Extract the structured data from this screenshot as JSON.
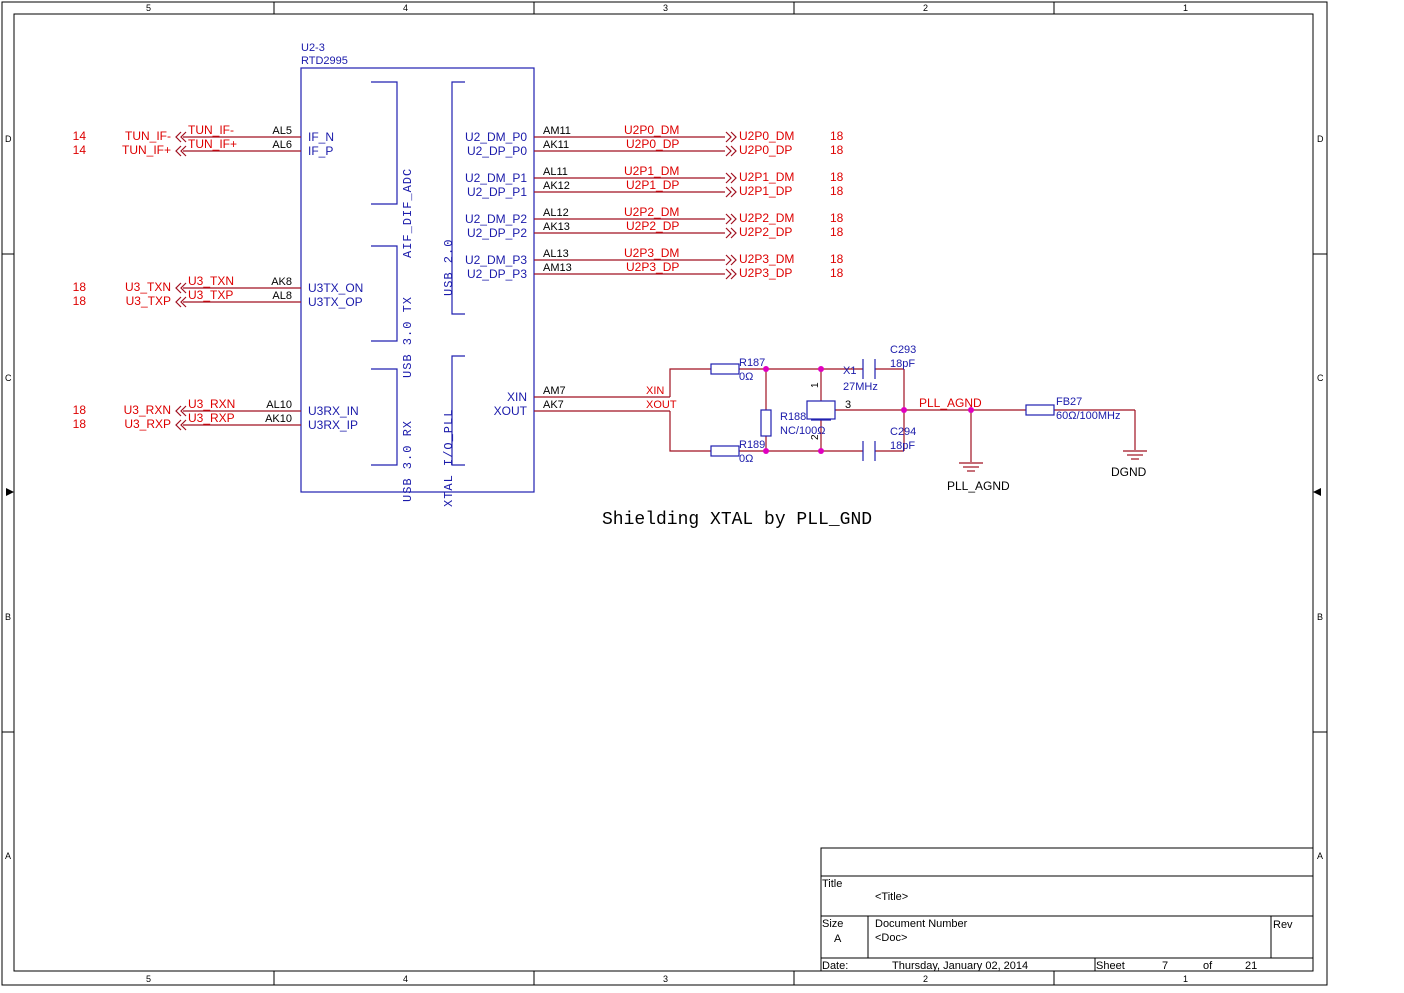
{
  "frame": {
    "top_cols": [
      "5",
      "4",
      "3",
      "2",
      "1"
    ],
    "bottom_cols": [
      "5",
      "4",
      "3",
      "2",
      "1"
    ],
    "left_rows": [
      "D",
      "C",
      "B",
      "A"
    ],
    "right_rows": [
      "D",
      "C",
      "B",
      "A"
    ]
  },
  "part": {
    "ref": "U2-3",
    "value": "RTD2995"
  },
  "groups": {
    "aif": "AIF_DIF_ADC",
    "usb2": "USB 2.0",
    "usb3tx": "USB 3.0 TX",
    "usb3rx": "USB 3.0 RX",
    "xtal": "XTAL I/O_PLL"
  },
  "left_nets": [
    {
      "page": "14",
      "net": "TUN_IF-",
      "wire": "TUN_IF-",
      "ball": "AL5",
      "pin": "IF_N"
    },
    {
      "page": "14",
      "net": "TUN_IF+",
      "wire": "TUN_IF+",
      "ball": "AL6",
      "pin": "IF_P"
    },
    {
      "page": "18",
      "net": "U3_TXN",
      "wire": "U3_TXN",
      "ball": "AK8",
      "pin": "U3TX_ON"
    },
    {
      "page": "18",
      "net": "U3_TXP",
      "wire": "U3_TXP",
      "ball": "AL8",
      "pin": "U3TX_OP"
    },
    {
      "page": "18",
      "net": "U3_RXN",
      "wire": "U3_RXN",
      "ball": "AL10",
      "pin": "U3RX_IN"
    },
    {
      "page": "18",
      "net": "U3_RXP",
      "wire": "U3_RXP",
      "ball": "AK10",
      "pin": "U3RX_IP"
    }
  ],
  "right_nets": [
    {
      "pin": "U2_DM_P0",
      "ball": "AM11",
      "wire": "U2P0_DM",
      "net": "U2P0_DM",
      "page": "18"
    },
    {
      "pin": "U2_DP_P0",
      "ball": "AK11",
      "wire": "U2P0_DP",
      "net": "U2P0_DP",
      "page": "18"
    },
    {
      "pin": "U2_DM_P1",
      "ball": "AL11",
      "wire": "U2P1_DM",
      "net": "U2P1_DM",
      "page": "18"
    },
    {
      "pin": "U2_DP_P1",
      "ball": "AK12",
      "wire": "U2P1_DP",
      "net": "U2P1_DP",
      "page": "18"
    },
    {
      "pin": "U2_DM_P2",
      "ball": "AL12",
      "wire": "U2P2_DM",
      "net": "U2P2_DM",
      "page": "18"
    },
    {
      "pin": "U2_DP_P2",
      "ball": "AK13",
      "wire": "U2P2_DP",
      "net": "U2P2_DP",
      "page": "18"
    },
    {
      "pin": "U2_DM_P3",
      "ball": "AL13",
      "wire": "U2P3_DM",
      "net": "U2P3_DM",
      "page": "18"
    },
    {
      "pin": "U2_DP_P3",
      "ball": "AM13",
      "wire": "U2P3_DP",
      "net": "U2P3_DP",
      "page": "18"
    }
  ],
  "xtal_pins": [
    {
      "pin": "XIN",
      "ball": "AM7",
      "wire": "XIN"
    },
    {
      "pin": "XOUT",
      "ball": "AK7",
      "wire": "XOUT"
    }
  ],
  "components": {
    "r187": {
      "ref": "R187",
      "value": "0Ω"
    },
    "r189": {
      "ref": "R189",
      "value": "0Ω"
    },
    "r188": {
      "ref": "R188",
      "value": "NC/100Ω"
    },
    "x1": {
      "ref": "X1",
      "value": "27MHz",
      "pin1": "1",
      "pin2": "2",
      "pin3": "3"
    },
    "c293": {
      "ref": "C293",
      "value": "18pF"
    },
    "c294": {
      "ref": "C294",
      "value": "18pF"
    },
    "fb27": {
      "ref": "FB27",
      "value": "60Ω/100MHz"
    },
    "pll_net": "PLL_AGND",
    "pll_gnd": "PLL_AGND",
    "dgnd": "DGND"
  },
  "note": "Shielding XTAL by PLL_GND",
  "title_block": {
    "title_label": "Title",
    "title_value": "<Title>",
    "size_label": "Size",
    "size_value": "A",
    "docnum_label": "Document  Number",
    "docnum_value": "<Doc>",
    "rev_label": "Rev",
    "date_label": "Date:",
    "date_value": "Thursday, January 02, 2014",
    "sheet_label": "Sheet",
    "sheet_value": "7",
    "of_label": "of",
    "of_value": "21"
  },
  "colors": {
    "net": "#dd0000",
    "wire": "#a01020",
    "symbol": "#2020b0",
    "junction": "#e000c0"
  }
}
